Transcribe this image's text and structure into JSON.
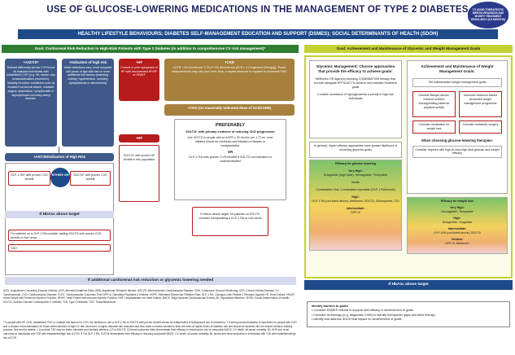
{
  "title": "USE OF GLUCOSE-LOWERING MEDICATIONS IN THE MANAGEMENT OF TYPE 2 DIABETES",
  "badge": "TO AVOID THERAPEUTIC INERTIA REASSESS AND MODIFY TREATMENT REGULARLY (3-6 MONTHS)",
  "subtitle": "HEALTHY LIFESTYLE BEHAVIOURS; DIABETES SELF-MANAGEMENT EDUCATION AND SUPPORT (DSMES); SOCIAL DETERMINANTS OF HEALTH (SDOH)",
  "left_goal": "Goal: Cardiorenal Risk Reduction in High-Risk Patients with Type 2 Diabetes (in addition to comprehensive CV risk management)*",
  "right_goal": "Goal: Achievement and Maintenance of Glycemic and Weight Management Goals",
  "ascvd": {
    "title": "+ASCVD*",
    "text": "Defined differently across CVOTs but all included individuals with established CVD (e.g. MI, stroke, any revascularisation procedure). Variably included: conditions such as transient ischaemic attack, unstable angina, amputation, symptomatic or asymptomatic coronary artery disease."
  },
  "indicators": {
    "title": "+Indicators of high risk",
    "text": "While definitions vary, most comprise ≥55 years of age with two or more additional risk factors (including obesity, hypertension, smoking dyslipidaemia or albuminuria)"
  },
  "hf": {
    "title": "+HF",
    "text": "Current or prior symptoms of HF with documented HFrEF or HFpEF"
  },
  "ckd": {
    "title": "+CKD",
    "text": "eGFR < 60 mL/min per 1.73 m² OR albuminuria (ACR ≥ 3.0 mg/mmol [30mg/g]). These measurements may vary over time; thus, a repeat measure is required to document CKD."
  },
  "ascvd_ind_header": "+ASCVD/Indicators of High Risk",
  "glp1_ascvd": "GLP-1 RA* with proven CVD benefit",
  "either_or": "EITHER/ OR",
  "sglt2_ascvd": "SGLT2i* with proven CVD benefit",
  "hba1c_above_1": "If HbA1c above target",
  "for_patients": "For patients on a GLP-1 RA consider adding SGLT2i with proven CVD benefit or vice versa",
  "tzd": "TZD*",
  "hf_sub_title": "+HF",
  "hf_sglt2": "SGLT2i* with proven HF benefit in this population",
  "ckd_sub_title": "+CKD (on maximally tolerated dose of ACEi/ARB)",
  "preferably": "PREFERABLY",
  "pref_line1": "SGLT2i* with primary evidence of reducing CKD progression",
  "pref_line2": "Use SGLT2i in people with an eGFR ≥ 20 mL/min per 1.73 m²; once initiated should be continued until initiation of dialysis or transplantation",
  "or_text": "OR",
  "pref_line3": "GLP-1 RA with proven CVD benefit if SGLT2i not tolerated or contraindicated",
  "ckd_hba1c": "If HbA1c above target, for patients on SGLT2i, consider incorporating a GLP-1 RA or vice versa",
  "bottom_left_bar": "If additional cardiorenal risk reduction or glycemic lowering needed",
  "glycemic_title": "Glycemic Management: Choose approaches that provide the efficacy to achieve goals:",
  "glycemic_p1": "Metformin OR Agent(s) including COMBINATION therapy that provide adequate EFFICACY to achieve and maintain treatment goals",
  "glycemic_p2": "Consider avoidance of hypoglycaemia a priority in high-risk individuals",
  "efficacy_intro": "In general, higher efficacy approaches have greater likelihood of achieving glycemic goals",
  "efficacy_title": "Efficacy for glucose lowering",
  "eff_vh_label": "Very High:",
  "eff_vh": "Dulaglutide (high dose), Semaglutide, Tirzepatide",
  "eff_vh2": "Insulin",
  "eff_vh3": "Combination Oral, Combination Injectable (GLP-1 RA/Insulin)",
  "eff_h_label": "High:",
  "eff_h": "GLP-1 RA (not listed above), Metformin, SGLT2i, Sulfonylurea, TZD",
  "eff_i_label": "Intermediate:",
  "eff_i": "DPP-4i",
  "weight_title": "Achievement and Maintenance of Weight Management Goals:",
  "weight_set": "Set individualised weight management goals",
  "weight_gen": "General lifestyle advice: medical nutrition therapy/eating patterns/ physical activity",
  "weight_int": "Intensive evidence-based structured weight management programme",
  "weight_med": "Consider medication for weight loss",
  "weight_surg": "Consider metabolic surgery",
  "weight_choose": "When choosing glucose-lowering therapies:",
  "weight_regimen": "Consider regimen with high-to-very-high dual glucose and weight efficacy",
  "wl_title": "Efficacy for weight loss",
  "wl_vh_label": "Very High:",
  "wl_vh": "Semaglutide, Tirzepatide",
  "wl_h_label": "High:",
  "wl_h": "Dulaglutide, Liraglutide",
  "wl_i_label": "Intermediate:",
  "wl_i": "GLP-1RA (not listed above), SGLT2i",
  "wl_n_label": "Neutral:",
  "wl_n": "DPP-4i, Metformin",
  "right_bottom_bar": "If HbA1c above target",
  "abbreviations": "ACEi, Angiotensin Converting Enzyme Inhibitor; ACR, Albumin/Creatinine Ratio; ARB, Angiotensin Receptor Blocker; ASCVD, Atherosclerotic Cardiovascular Disease; CKM, Continuous Glucose Monitoring; CKD, Chronic Kidney Disease; CV, Cardiovascular; CVD, Cardiovascular Disease; CVOT, Cardiovascular Outcomes Trial; DPP-4i, Dipeptidyl Peptidase-4 Inhibitor; eGFR, Estimated Glomerular Filtration Rate; GLP-1 RA, Glucagon-Like Peptide-1 Receptor Agonist; HF, Heart Failure; HFpEF, Heart Failure with Preserved Ejection Fraction; HFrEF, Heart Failure with reduced Ejection Fraction; HHF, Hospitalisation for Heart Failure; MACE, Major Adverse Cardiovascular Events; MI, Myocardial Infarction; SDOH, Social Determinants of Health; SGLT2i, Sodium-Glucose Cotransporter-2 Inhibitor; T2D, Type 2 Diabetes; TZD, Thiazolidinedione.",
  "footnote": "* In people with HF, CKD, established CVD or multiple risk factors for CVD, the decision to use a GLP-1 RA or SGLT2i with proven benefit should be independent of background use of metformin; † A strong recommendation is warranted for people with CVD and a weaker recommendation for those with indicators of high CV risk. Moreover, a higher absolute risk reduction and thus lower numbers needed to treat are seen at higher levels of baseline risk and should be factored into the shared decision-making process. See text for details; ‡ Low-dose TZD may be better tolerated and similarly effective; § For SGLT2i, CV/renal outcomes trials demonstrate their efficacy in reducing the risk of composite MACE, CV death, all-cause mortality, MI, HHF and renal outcomes in individuals with T2D with established/high risk of CVD; ¶ For GLP-1 RA, CVOTs demonstrate their efficacy in reducing composite MACE, CV death, all-cause mortality, MI, stroke and renal endpoints in individuals with T2D with established/high risk of CVD.",
  "barriers_title": "Identify barriers to goals:",
  "barriers": [
    "Consider DSMES referral to support self-efficacy in achievement of goals",
    "Consider technology (e.g. diagnostic CGM) to identify therapeutic gaps and tailor therapy",
    "Identify and address SDOH that impact on achievement of goals"
  ],
  "colors": {
    "navy": "#1e4a8a",
    "green": "#2e7d32",
    "olive": "#c5d233",
    "slate": "#3f5a8a",
    "red": "#b71c1c",
    "brown": "#a6803c"
  }
}
